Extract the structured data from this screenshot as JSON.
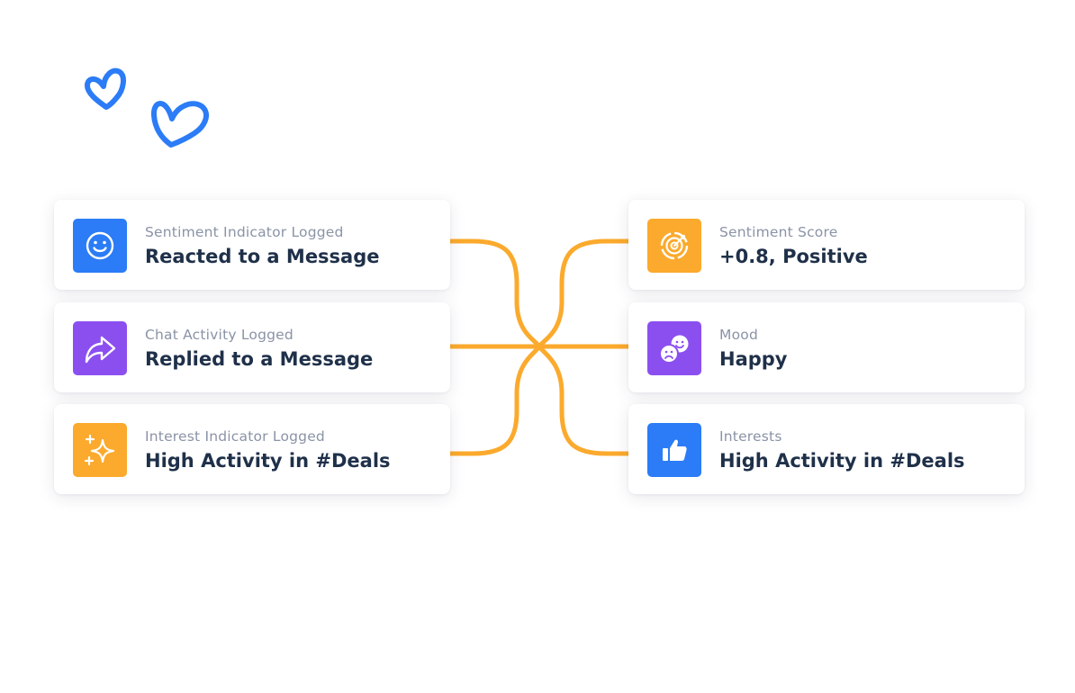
{
  "colors": {
    "blue": "#2b7cf6",
    "purple": "#8b4ff0",
    "orange": "#fbaa2d",
    "connector": "#fbaa2d",
    "heart": "#2b7cf6"
  },
  "left_cards": [
    {
      "label": "Sentiment Indicator Logged",
      "value": "Reacted to a Message",
      "icon": "smiley-icon",
      "color": "blue"
    },
    {
      "label": "Chat Activity Logged",
      "value": "Replied to a Message",
      "icon": "reply-arrow-icon",
      "color": "purple"
    },
    {
      "label": "Interest Indicator Logged",
      "value": "High Activity in #Deals",
      "icon": "sparkles-icon",
      "color": "orange"
    }
  ],
  "right_cards": [
    {
      "label": "Sentiment Score",
      "value": "+0.8, Positive",
      "icon": "target-icon",
      "color": "orange"
    },
    {
      "label": "Mood",
      "value": "Happy",
      "icon": "mood-faces-icon",
      "color": "purple"
    },
    {
      "label": "Interests",
      "value": "High Activity in #Deals",
      "icon": "thumbs-up-icon",
      "color": "blue"
    }
  ]
}
